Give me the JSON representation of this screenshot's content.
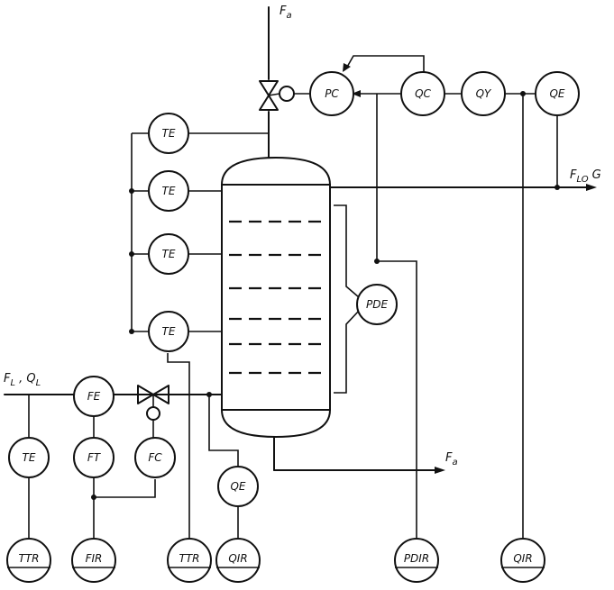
{
  "stream_labels": {
    "top_feed": "F",
    "top_feed_sub": "a",
    "left_feed": "F",
    "left_feed_sub": "L",
    "left_feed_q": "Q",
    "left_feed_q_sub": "L",
    "right_out": "F",
    "right_out_sub": "LO",
    "right_out_q": "G",
    "bottom_out": "F",
    "bottom_out_sub": "a"
  },
  "instruments": {
    "pc": "PC",
    "qc": "QC",
    "qy": "QY",
    "qe_top": "QE",
    "te_1": "TE",
    "te_2": "TE",
    "te_3": "TE",
    "te_4": "TE",
    "pde": "PDE",
    "fe": "FE",
    "te_left": "TE",
    "ft": "FT",
    "fc": "FC",
    "qe_bottom": "QE",
    "ttr_1": "TTR",
    "fir": "FIR",
    "ttr_2": "TTR",
    "qir_1": "QIR",
    "pdir": "PDIR",
    "qir_2": "QIR"
  }
}
